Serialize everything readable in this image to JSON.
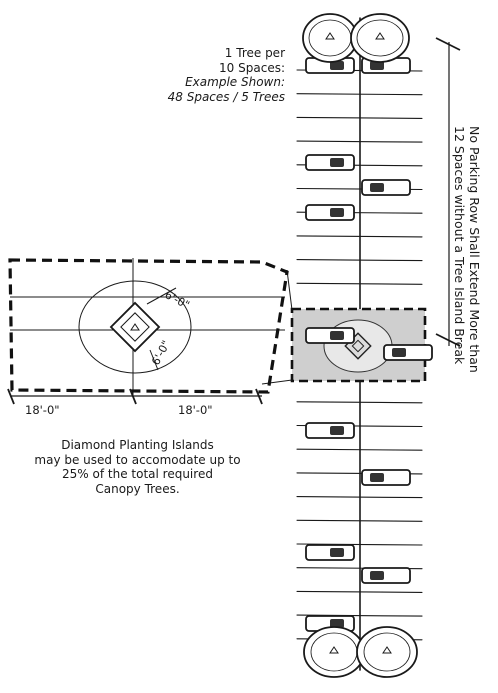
{
  "rule": {
    "line1": "1 Tree per",
    "line2": "10 Spaces:",
    "line3": "Example Shown:",
    "line4": "48 Spaces / 5 Trees"
  },
  "vertical_note": {
    "line1": "No Parking Row Shall Extend More than",
    "line2": "12 Spaces without a Tree Island Break"
  },
  "detail": {
    "dim_width_left": "18'-0\"",
    "dim_width_right": "18'-0\"",
    "dim_island_a": "6'-0\"",
    "dim_island_b": "6'-0\""
  },
  "note": {
    "line1": "Diamond Planting Islands",
    "line2": "may be used to accomodate up to",
    "line3": "25% of the total required",
    "line4": "Canopy Trees."
  }
}
